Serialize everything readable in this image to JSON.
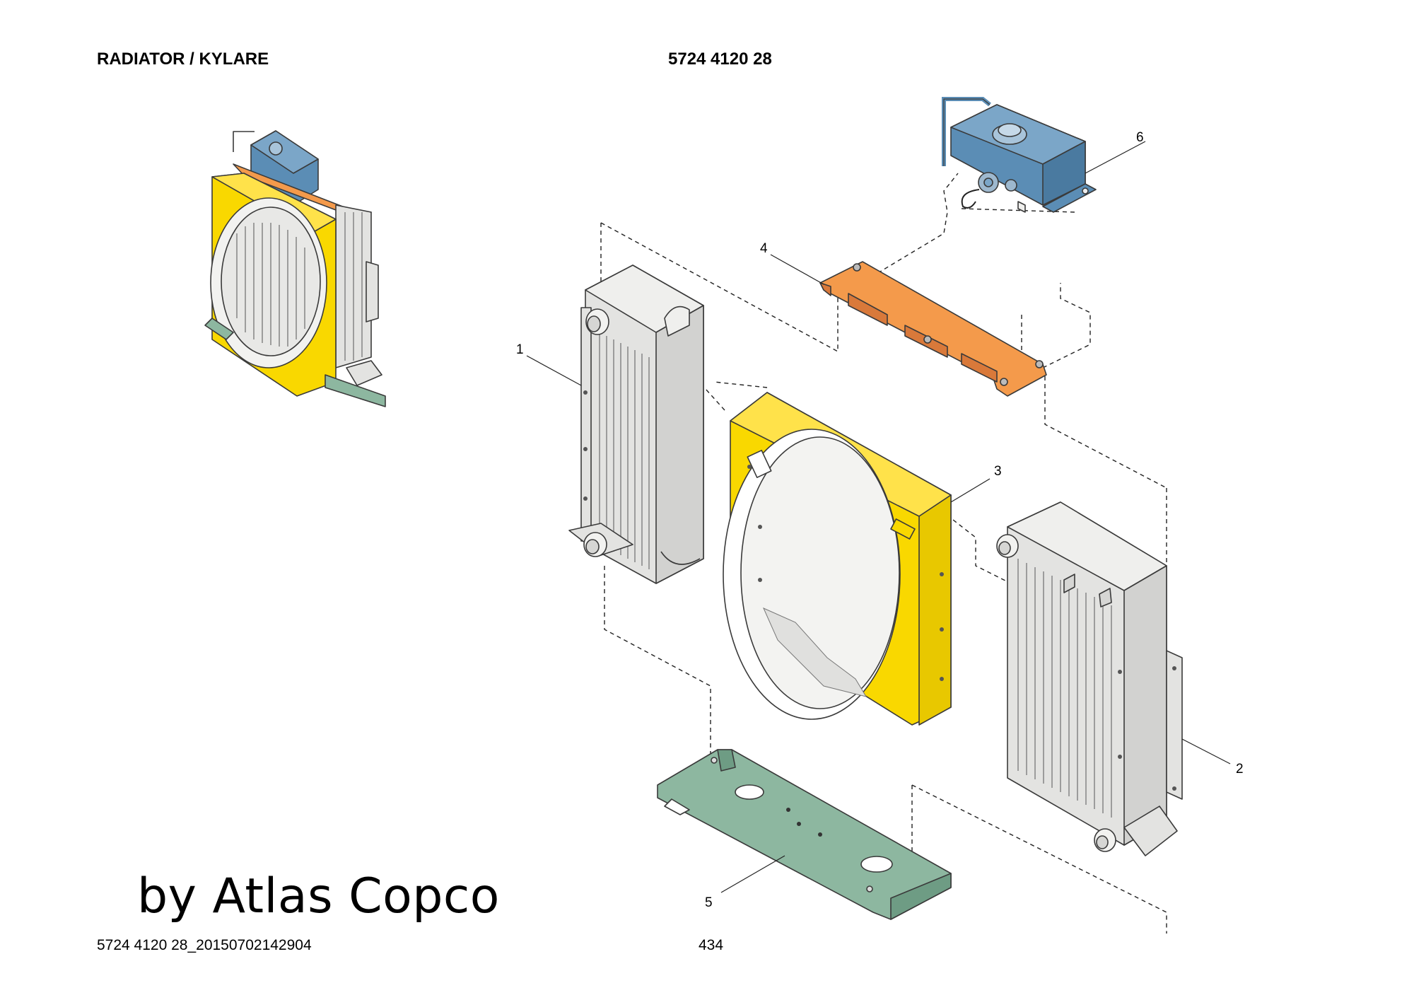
{
  "header": {
    "title": "RADIATOR / KYLARE",
    "part_number": "5724 4120 28"
  },
  "footer": {
    "document_id": "5724 4120 28_20150702142904",
    "page": "434"
  },
  "watermark": "by Atlas Copco",
  "callouts": [
    {
      "id": "1",
      "label": "1"
    },
    {
      "id": "2",
      "label": "2"
    },
    {
      "id": "3",
      "label": "3"
    },
    {
      "id": "4",
      "label": "4"
    },
    {
      "id": "5",
      "label": "5"
    },
    {
      "id": "6",
      "label": "6"
    }
  ],
  "colors": {
    "fan_shroud": "#F9D800",
    "expansion_tank": "#5B8DB5",
    "cover_plate": "#F49A4B",
    "base_bracket": "#8DB7A0",
    "radiator_core": "#E3E3E1"
  }
}
